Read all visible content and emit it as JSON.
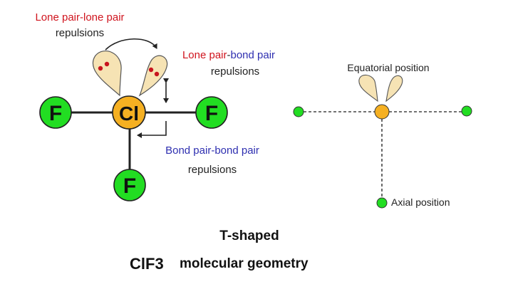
{
  "labels": {
    "lp_lp": {
      "red": "Lone pair-lone pair",
      "line2": "repulsions"
    },
    "lp_bp": {
      "red": "Lone pair",
      "dash": "-",
      "blue": "bond pair",
      "line2": "repulsions"
    },
    "bp_bp": {
      "blue": "Bond pair-bond pair",
      "line2": "repulsions"
    },
    "equatorial": "Equatorial position",
    "axial": "Axial position"
  },
  "atoms": {
    "center": "Cl",
    "fluorine": "F"
  },
  "caption": {
    "line1": "T-shaped",
    "formula": "ClF3",
    "line2": "molecular geometry"
  },
  "colors": {
    "red_text": "#d0141e",
    "blue_text": "#2e2fb0",
    "fluorine": "#22dd22",
    "chlorine": "#f5b022",
    "lone_pair": "#f6e3b4",
    "electron": "#c8141e"
  }
}
